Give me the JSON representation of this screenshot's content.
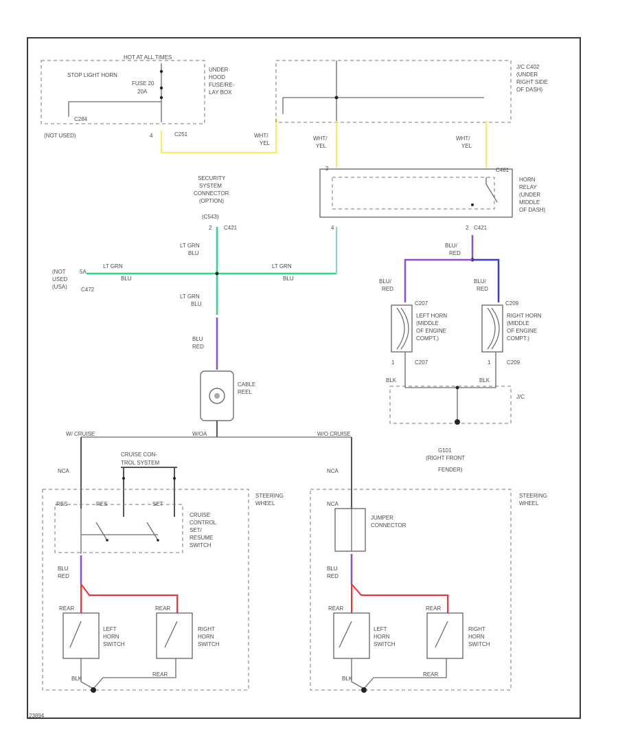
{
  "labels": {
    "hot_at_all_times": "HOT AT ALL TIMES",
    "stop_light_horn_fuse_1": "STOP LIGHT HORN",
    "stop_light_horn_fuse_2": "FUSE 20",
    "stop_light_horn_fuse_3": "20A",
    "under_hood_fuse_1": "UNDER",
    "under_hood_fuse_2": "HOOD",
    "under_hood_fuse_3": "FUSE/RE-",
    "under_hood_fuse_4": "LAY BOX",
    "c284": "C284",
    "c251": "C251",
    "pin_4_top": "4",
    "not_used_top": "(NOT USED)",
    "jc_c402_1": "J/C C402",
    "jc_c402_2": "(UNDER",
    "jc_c402_3": "RIGHT SIDE",
    "jc_c402_4": "OF DASH)",
    "wht_yel_1a": "WHT/",
    "wht_yel_1b": "YEL",
    "wht_yel_2a": "WHT/",
    "wht_yel_2b": "YEL",
    "wht_yel_3a": "WHT/",
    "wht_yel_3b": "YEL",
    "security_1": "SECURITY",
    "security_2": "SYSTEM",
    "security_3": "CONNECTOR",
    "security_4": "(OPTION)",
    "security_5": "(C543)",
    "pin_2_c421": "2",
    "c421": "C421",
    "pin_4_relay": "4",
    "c461": "C461",
    "horn_relay_1": "HORN",
    "horn_relay_2": "RELAY",
    "horn_relay_3": "(UNDER",
    "horn_relay_4": "MIDDLE",
    "horn_relay_5": "OF DASH)",
    "pin_2_c421b": "2",
    "c421b": "C421",
    "lt_grn_blu_top_a": "LT GRN",
    "lt_grn_blu_top_b": "BLU",
    "not_used_left_1": "(NOT",
    "not_used_left_2": "USED",
    "not_used_left_3": "(USA)",
    "pin_5_left": "5A",
    "c472": "C472",
    "lt_grn_blu_left_a": "LT GRN",
    "lt_grn_blu_left_b": "BLU",
    "lt_grn_blu_right_a": "LT GRN",
    "lt_grn_blu_right_b": "BLU",
    "lt_grn_blu_mid_a": "LT GRN",
    "lt_grn_blu_mid_b": "BLU",
    "blu_red_mid_a": "BLU",
    "blu_red_mid_b": "RED",
    "blu_red_relay_a": "BLU/",
    "blu_red_relay_b": "RED",
    "blu_red_lh_a": "BLU/",
    "blu_red_lh_b": "RED",
    "blu_red_rh_a": "BLU/",
    "blu_red_rh_b": "RED",
    "c207": "C207",
    "c209": "C209",
    "left_horn_1": "LEFT HORN",
    "left_horn_2": "(MIDDLE",
    "left_horn_3": "OF ENGINE",
    "left_horn_4": "COMPT.)",
    "right_horn_1": "RIGHT HORN",
    "right_horn_2": "(MIDDLE",
    "right_horn_3": "OF ENGINE",
    "right_horn_4": "COMPT.)",
    "pin_1_c207": "1",
    "c207b": "C207",
    "pin_1_c209": "1",
    "c209b": "C209",
    "blk_lh": "BLK",
    "blk_rh": "BLK",
    "jc_ground": "J/C",
    "cable_reel_1": "CABLE",
    "cable_reel_2": "REEL",
    "g101_1": "G101",
    "g101_2": "(RIGHT FRONT",
    "g101_3": "FENDER)",
    "with_cruise": "W/ CRUISE",
    "with_oa": "W/OA",
    "w_oa_cruise": "W/O CRUISE",
    "nca_left": "NCA",
    "nca_right": "NCA",
    "cruise_con_1": "CRUISE CON-",
    "cruise_con_2": "TROL SYSTEM",
    "res": "RES",
    "set": "SET",
    "res2": "RES",
    "cruise_switch_1": "CRUISE",
    "cruise_switch_2": "CONTROL",
    "cruise_switch_3": "SET/",
    "cruise_switch_4": "RESUME",
    "cruise_switch_5": "SWITCH",
    "steering_wheel_l1": "STEERING",
    "steering_wheel_l2": "WHEEL",
    "steering_wheel_r1": "STEERING",
    "steering_wheel_r2": "WHEEL",
    "jumper_1": "JUMPER",
    "jumper_2": "CONNECTOR",
    "nca_jumper": "NCA",
    "blu_red_swl_a": "BLU",
    "blu_red_swl_b": "RED",
    "blu_red_swr_a": "BLU",
    "blu_red_swr_b": "RED",
    "left_horn_sw_l_1": "LEFT",
    "left_horn_sw_l_2": "HORN",
    "left_horn_sw_l_3": "SWITCH",
    "right_horn_sw_l_1": "RIGHT",
    "right_horn_sw_l_2": "HORN",
    "right_horn_sw_l_3": "SWITCH",
    "left_horn_sw_r_1": "LEFT",
    "left_horn_sw_r_2": "HORN",
    "left_horn_sw_r_3": "SWITCH",
    "right_horn_sw_r_1": "RIGHT",
    "right_horn_sw_r_2": "HORN",
    "right_horn_sw_r_3": "SWITCH",
    "rear_l1": "REAR",
    "rear_l2": "REAR",
    "rear_r1": "REAR",
    "rear_r2": "REAR",
    "blk_bl": "BLK",
    "blk_br": "BLK",
    "footer_id": "23894"
  },
  "colors": {
    "yellow_wire": "#f2f25a",
    "green_wire": "#2bd98a",
    "cyan_wire": "#7fd6d6",
    "purple_wire": "#8c4fd9",
    "blue_wire": "#3a3ae0",
    "red_wire": "#ff2a2a"
  }
}
